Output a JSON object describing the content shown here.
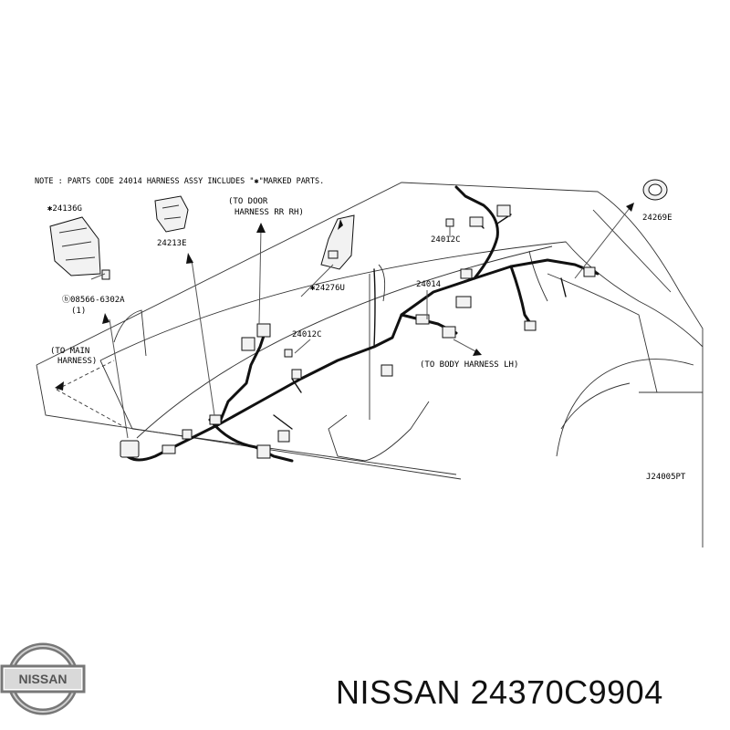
{
  "diagram": {
    "note": "NOTE : PARTS CODE 24014 HARNESS ASSY INCLUDES \"✱\"MARKED PARTS.",
    "figure_code": "J24005PT",
    "labels": {
      "p24136g": "✱24136G",
      "p24213e": "24213E",
      "to_door_1": "(TO DOOR",
      "to_door_2": "HARNESS RR RH)",
      "p24012c_top": "24012C",
      "p24269e": "24269E",
      "p24276u": "✱24276U",
      "p24014": "24014",
      "p08566_1": "ⓑ08566-6302A",
      "p08566_2": "(1)",
      "to_main_1": "(TO MAIN",
      "to_main_2": "HARNESS)",
      "p24012c_mid": "24012C",
      "to_body": "(TO BODY HARNESS LH)"
    }
  },
  "logo": {
    "text": "NISSAN"
  },
  "caption": {
    "text": "NISSAN 24370C9904"
  }
}
